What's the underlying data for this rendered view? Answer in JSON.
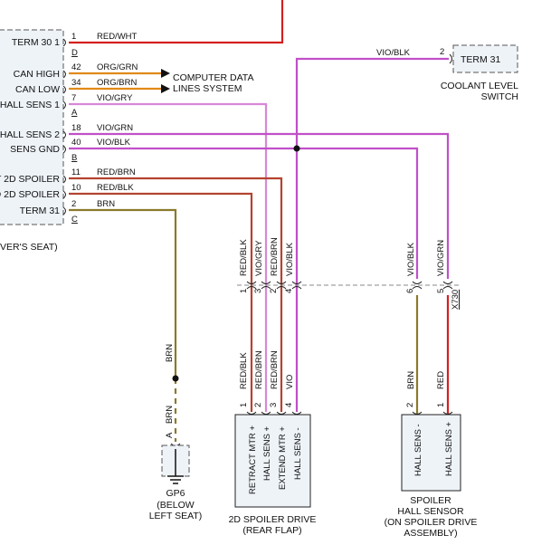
{
  "colors": {
    "red": "#d42020",
    "red_brn": "#b4432f",
    "vio": "#c050c8",
    "brn": "#8a7a2c",
    "org": "#e08a18",
    "vio_gry": "#d888d8"
  },
  "left_module": {
    "pins": [
      {
        "label": "TERM 30 1",
        "num": "1",
        "letter": "D",
        "wire": "RED/WHT"
      },
      {
        "label": "CAN HIGH",
        "num": "42",
        "wire": "ORG/GRN"
      },
      {
        "label": "CAN LOW",
        "num": "34",
        "wire": "ORG/BRN"
      },
      {
        "label": "HALL SENS 1",
        "num": "7",
        "letter": "A",
        "wire": "VIO/GRY"
      },
      {
        "label": "HALL SENS 2",
        "num": "18",
        "wire": "VIO/GRN"
      },
      {
        "label": "SENS GND",
        "num": "40",
        "letter": "B",
        "wire": "VIO/BLK"
      },
      {
        "label": "T 2D SPOILER",
        "num": "11",
        "wire": "RED/BRN"
      },
      {
        "label": "D 2D SPOILER",
        "num": "10",
        "wire": "RED/BLK"
      },
      {
        "label": "TERM 31",
        "num": "2",
        "letter": "C",
        "wire": "BRN"
      }
    ],
    "seat_text": "VER'S SEAT)"
  },
  "can_dest": [
    "COMPUTER DATA",
    "LINES SYSTEM"
  ],
  "coolant": {
    "box_label": "TERM 31",
    "pin": "2",
    "wire": "VIO/BLK",
    "caption": [
      "COOLANT LEVEL",
      "SWITCH"
    ]
  },
  "connector": {
    "name": "X730",
    "upper_wires": [
      "RED/BLK",
      "VIO/GRY",
      "RED/BRN",
      "VIO/BLK",
      "VIO/BLK",
      "VIO/GRN"
    ],
    "pins": [
      "1",
      "3",
      "2",
      "4",
      "6",
      "5"
    ]
  },
  "lower_wires": {
    "drive": [
      "RED/BLK",
      "RED/BRN",
      "RED/BRN",
      "VIO"
    ],
    "sensor": [
      "BRN",
      "RED"
    ]
  },
  "ground": {
    "wire_upper": "BRN",
    "wire_lower": "BRN",
    "letter": "A",
    "name": "GP6",
    "caption": [
      "(BELOW",
      "LEFT SEAT)"
    ]
  },
  "drive": {
    "pins": [
      "1",
      "2",
      "3",
      "4"
    ],
    "labels": [
      "RETRACT MTR +",
      "HALL SENS +",
      "EXTEND MTR +",
      "HALL SENS -"
    ],
    "caption": [
      "2D SPOILER DRIVE",
      "(REAR FLAP)"
    ]
  },
  "sensor": {
    "pins": [
      "2",
      "1"
    ],
    "labels": [
      "HALL SENS -",
      "HALL SENS +"
    ],
    "caption": [
      "SPOILER",
      "HALL SENSOR",
      "(ON SPOILER DRIVE",
      "ASSEMBLY)"
    ]
  }
}
